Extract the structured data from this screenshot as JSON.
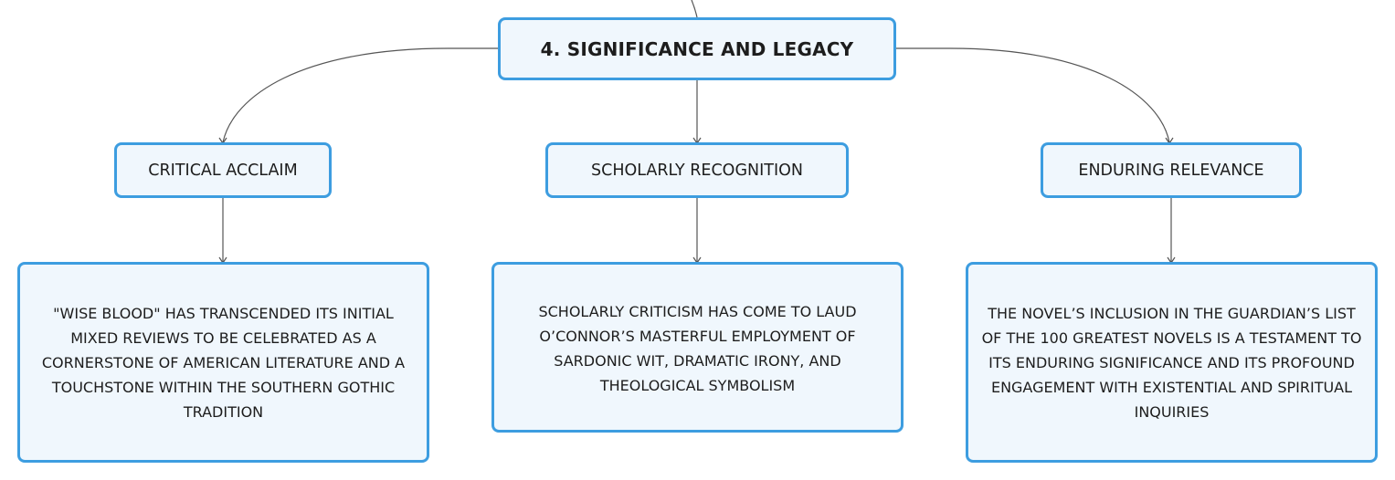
{
  "colors": {
    "border": "#3d9de0",
    "fill": "#f0f7fd",
    "connector": "#555555",
    "text": "#1d1d1d"
  },
  "root": {
    "label": "4. SIGNIFICANCE AND LEGACY"
  },
  "branches": [
    {
      "label": "CRITICAL ACCLAIM",
      "detail": "\"WISE BLOOD\" HAS TRANSCENDED ITS INITIAL MIXED REVIEWS TO BE CELEBRATED AS A CORNERSTONE OF AMERICAN LITERATURE AND A TOUCHSTONE WITHIN THE SOUTHERN GOTHIC TRADITION"
    },
    {
      "label": "SCHOLARLY RECOGNITION",
      "detail": "SCHOLARLY CRITICISM HAS COME TO LAUD O’CONNOR’S MASTERFUL EMPLOYMENT OF SARDONIC WIT, DRAMATIC IRONY, AND THEOLOGICAL SYMBOLISM"
    },
    {
      "label": "ENDURING RELEVANCE",
      "detail": "THE NOVEL’S INCLUSION IN THE GUARDIAN’S LIST OF THE 100 GREATEST NOVELS IS A TESTAMENT TO ITS ENDURING SIGNIFICANCE AND ITS PROFOUND ENGAGEMENT WITH EXISTENTIAL AND SPIRITUAL INQUIRIES"
    }
  ]
}
